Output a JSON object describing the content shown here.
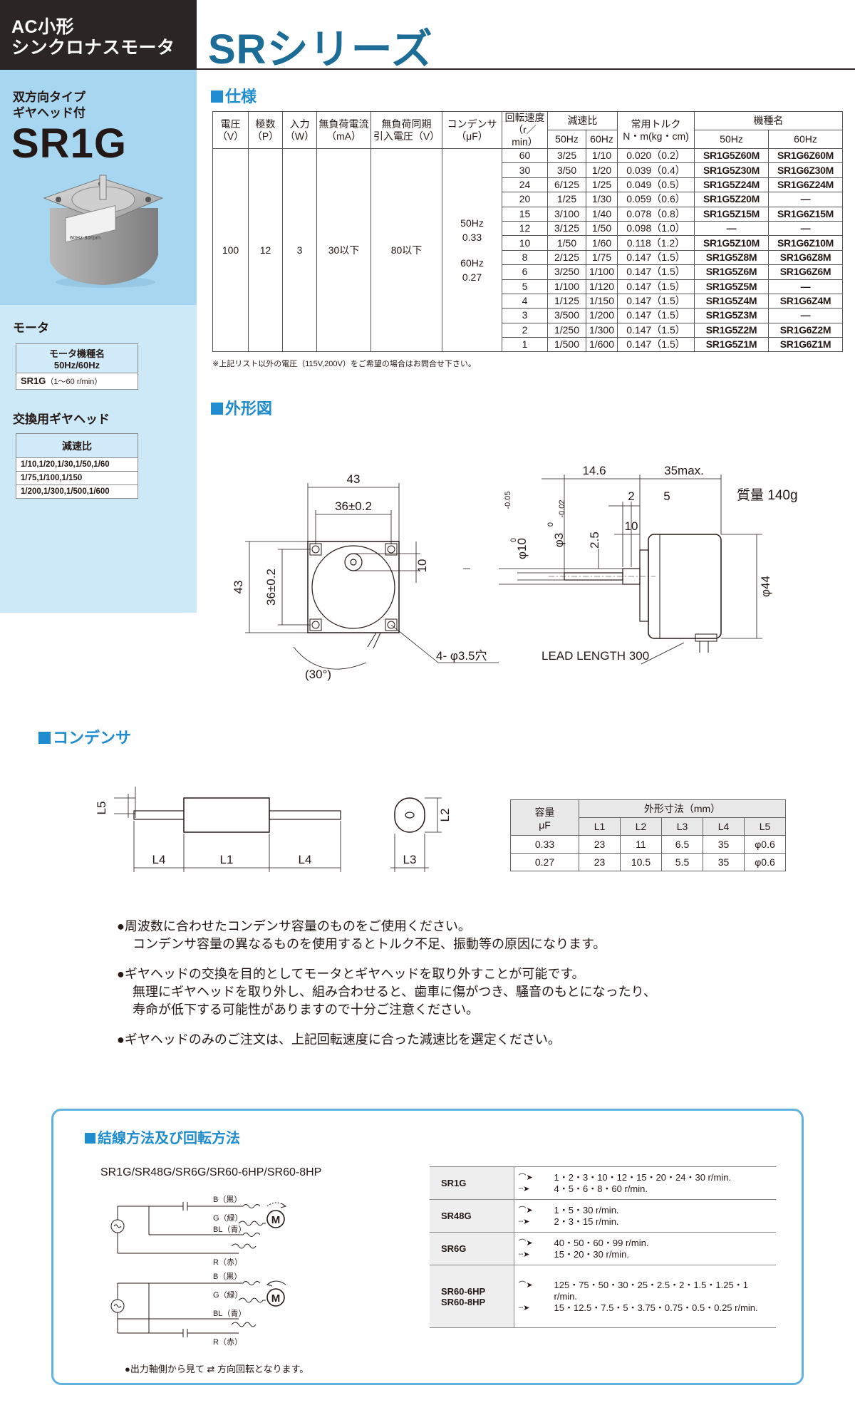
{
  "header": {
    "category_line1": "AC小形",
    "category_line2": "シンクロナスモータ",
    "series_title": "SRシリーズ"
  },
  "product": {
    "subtitle_line1": "双方向タイプ",
    "subtitle_line2": "ギヤヘッド付",
    "model": "SR1G"
  },
  "motor_section": {
    "heading": "モータ",
    "table_header_line1": "モータ機種名",
    "table_header_line2": "50Hz/60Hz",
    "model_name": "SR1G",
    "model_note": "（1～60 r/min）"
  },
  "gearhead_section": {
    "heading": "交換用ギヤヘッド",
    "table_header": "減速比",
    "rows": [
      "1/10,1/20,1/30,1/50,1/60",
      "1/75,1/100,1/150",
      "1/200,1/300,1/500,1/600"
    ]
  },
  "spec": {
    "heading": "仕様",
    "headers": {
      "voltage": [
        "電圧",
        "（V）"
      ],
      "poles": [
        "極数",
        "（P）"
      ],
      "input": [
        "入力",
        "（W）"
      ],
      "no_load_current": [
        "無負荷電流",
        "（mA）"
      ],
      "pull_in_voltage": [
        "無負荷同期",
        "引入電圧（V）"
      ],
      "capacitor": [
        "コンデンサ",
        "（μF）"
      ],
      "speed": [
        "回転速度",
        "（r／min）"
      ],
      "ratio": "減速比",
      "torque": [
        "常用トルク",
        "N・m(kg・cm)"
      ],
      "model": "機種名",
      "hz50": "50Hz",
      "hz60": "60Hz"
    },
    "common": {
      "voltage": "100",
      "poles": "12",
      "input": "3",
      "no_load_current": "30以下",
      "pull_in_voltage": "80以下",
      "cap_50_label": "50Hz",
      "cap_50_value": "0.33",
      "cap_60_label": "60Hz",
      "cap_60_value": "0.27"
    },
    "rows": [
      {
        "speed": "60",
        "r50": "3/25",
        "r60": "1/10",
        "torque": "0.020（0.2）",
        "m50": "SR1G5Z60M",
        "m60": "SR1G6Z60M"
      },
      {
        "speed": "30",
        "r50": "3/50",
        "r60": "1/20",
        "torque": "0.039（0.4）",
        "m50": "SR1G5Z30M",
        "m60": "SR1G6Z30M"
      },
      {
        "speed": "24",
        "r50": "6/125",
        "r60": "1/25",
        "torque": "0.049（0.5）",
        "m50": "SR1G5Z24M",
        "m60": "SR1G6Z24M"
      },
      {
        "speed": "20",
        "r50": "1/25",
        "r60": "1/30",
        "torque": "0.059（0.6）",
        "m50": "SR1G5Z20M",
        "m60": "—"
      },
      {
        "speed": "15",
        "r50": "3/100",
        "r60": "1/40",
        "torque": "0.078（0.8）",
        "m50": "SR1G5Z15M",
        "m60": "SR1G6Z15M"
      },
      {
        "speed": "12",
        "r50": "3/125",
        "r60": "1/50",
        "torque": "0.098（1.0）",
        "m50": "—",
        "m60": "—"
      },
      {
        "speed": "10",
        "r50": "1/50",
        "r60": "1/60",
        "torque": "0.118（1.2）",
        "m50": "SR1G5Z10M",
        "m60": "SR1G6Z10M"
      },
      {
        "speed": "8",
        "r50": "2/125",
        "r60": "1/75",
        "torque": "0.147（1.5）",
        "m50": "SR1G5Z8M",
        "m60": "SR1G6Z8M"
      },
      {
        "speed": "6",
        "r50": "3/250",
        "r60": "1/100",
        "torque": "0.147（1.5）",
        "m50": "SR1G5Z6M",
        "m60": "SR1G6Z6M"
      },
      {
        "speed": "5",
        "r50": "1/100",
        "r60": "1/120",
        "torque": "0.147（1.5）",
        "m50": "SR1G5Z5M",
        "m60": "—"
      },
      {
        "speed": "4",
        "r50": "1/125",
        "r60": "1/150",
        "torque": "0.147（1.5）",
        "m50": "SR1G5Z4M",
        "m60": "SR1G6Z4M"
      },
      {
        "speed": "3",
        "r50": "3/500",
        "r60": "1/200",
        "torque": "0.147（1.5）",
        "m50": "SR1G5Z3M",
        "m60": "—"
      },
      {
        "speed": "2",
        "r50": "1/250",
        "r60": "1/300",
        "torque": "0.147（1.5）",
        "m50": "SR1G5Z2M",
        "m60": "SR1G6Z2M"
      },
      {
        "speed": "1",
        "r50": "1/500",
        "r60": "1/600",
        "torque": "0.147（1.5）",
        "m50": "SR1G5Z1M",
        "m60": "SR1G6Z1M"
      }
    ],
    "footnote": "※上記リスト以外の電圧（115V,200V）をご希望の場合はお問合せ下さい。"
  },
  "outline": {
    "heading": "外形図",
    "mass": "質量 140g",
    "dims": {
      "width": "43",
      "hole_pitch_h": "36±0.2",
      "height": "43",
      "hole_pitch_v": "36±0.2",
      "boss": "10",
      "holes": "4- φ3.5穴",
      "angle": "(30°)",
      "dim_14_6": "14.6",
      "dim_35max": "35max.",
      "dim_2": "2",
      "dim_5": "5",
      "dim_10": "10",
      "dim_2_5": "2.5",
      "dia_10": "φ10",
      "dia_10_tol_upper": "0",
      "dia_10_tol_lower": "-0.05",
      "dia_3": "φ3",
      "dia_3_tol_upper": "0",
      "dia_3_tol_lower": "-0.02",
      "dia_44": "φ44",
      "lead": "LEAD LENGTH 300"
    }
  },
  "capacitor": {
    "heading": "コンデンサ",
    "dims": {
      "l1": "L1",
      "l2": "L2",
      "l3": "L3",
      "l4": "L4",
      "l5": "L5"
    },
    "table": {
      "col_cap": "容量",
      "col_cap_unit": "μF",
      "col_dims": "外形寸法（mm）",
      "sub": [
        "L1",
        "L2",
        "L3",
        "L4",
        "L5"
      ],
      "rows": [
        [
          "0.33",
          "23",
          "11",
          "6.5",
          "35",
          "φ0.6"
        ],
        [
          "0.27",
          "23",
          "10.5",
          "5.5",
          "35",
          "φ0.6"
        ]
      ]
    }
  },
  "notes": [
    [
      "●周波数に合わせたコンデンサ容量のものをご使用ください。",
      "コンデンサ容量の異なるものを使用するとトルク不足、振動等の原因になります。"
    ],
    [
      "●ギヤヘッドの交換を目的としてモータとギヤヘッドを取り外すことが可能です。",
      "無理にギヤヘッドを取り外し、組み合わせると、歯車に傷がつき、騒音のもとになったり、",
      "寿命が低下する可能性がありますので十分ご注意ください。"
    ],
    [
      "●ギヤヘッドのみのご注文は、上記回転速度に合った減速比を選定ください。"
    ]
  ],
  "wiring": {
    "heading": "結線方法及び回転方法",
    "models": "SR1G/SR48G/SR6G/SR60-6HP/SR60-8HP",
    "labels": {
      "b": "B（黒）",
      "g": "G（緑）",
      "bl": "BL（青）",
      "r": "R（赤）",
      "m": "M"
    },
    "note": "●出力軸側から見て ⇄ 方向回転となります。",
    "rotation": [
      {
        "model": "SR1G",
        "model2": "",
        "cw": "1・2・3・10・12・15・20・24・30 r/min.",
        "ccw": "4・5・6・8・60 r/min."
      },
      {
        "model": "SR48G",
        "model2": "",
        "cw": "1・5・30 r/min.",
        "ccw": "2・3・15 r/min."
      },
      {
        "model": "SR6G",
        "model2": "",
        "cw": "40・50・60・99 r/min.",
        "ccw": "15・20・30 r/min."
      },
      {
        "model": "SR60-6HP",
        "model2": "SR60-8HP",
        "cw": "125・75・50・30・25・2.5・2・1.5・1.25・1 r/min.",
        "ccw": "15・12.5・7.5・5・3.75・0.75・0.5・0.25 r/min."
      }
    ]
  },
  "colors": {
    "accent": "#1e8ccf",
    "series": "#1b6c96",
    "panel": "#a7d6f1",
    "sidebar": "#cde8f7",
    "dark": "#2b2625"
  }
}
